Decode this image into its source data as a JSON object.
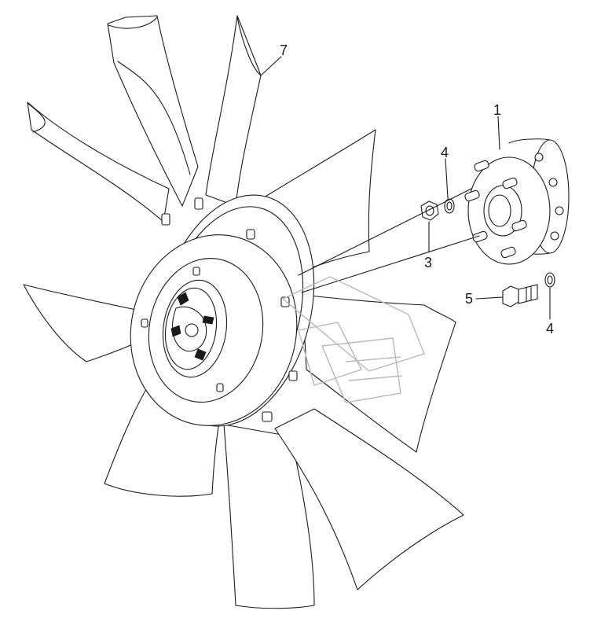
{
  "callouts": {
    "c1": "1",
    "c3": "3",
    "c4a": "4",
    "c4b": "4",
    "c5": "5",
    "c7": "7"
  },
  "colors": {
    "line": "#1a1a1a",
    "background": "#ffffff",
    "watermark": "#b8b8b8"
  }
}
